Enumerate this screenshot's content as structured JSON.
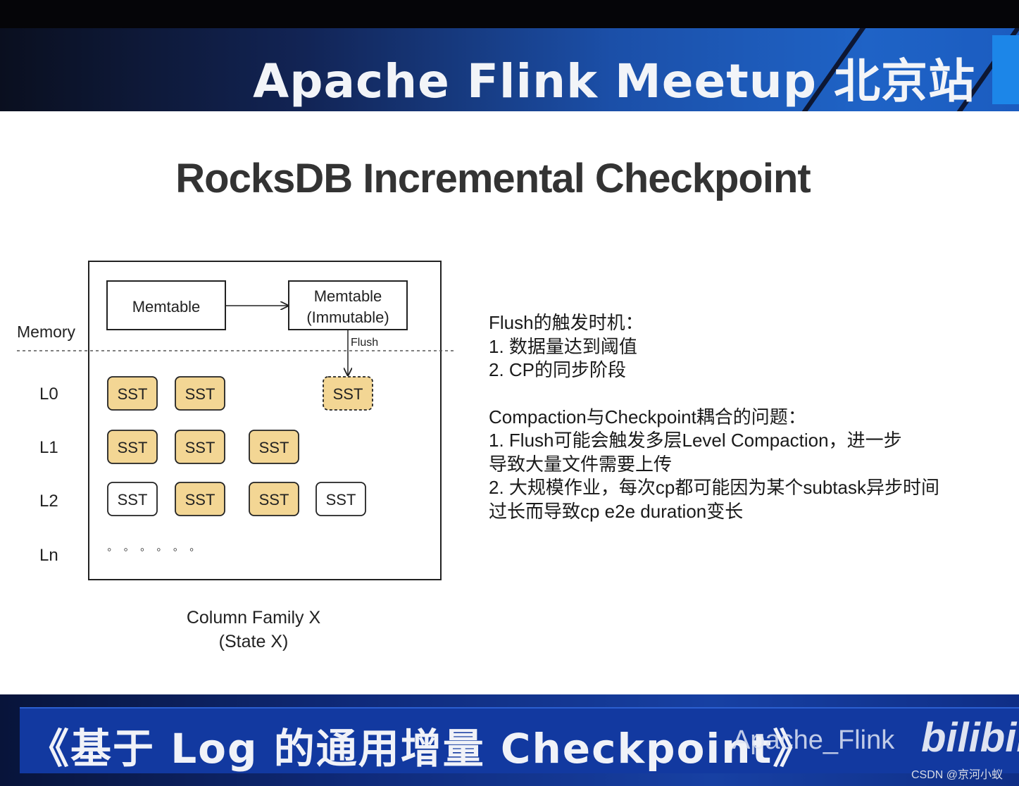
{
  "header": {
    "title": "Apache Flink Meetup 北京站"
  },
  "slide": {
    "title": "RocksDB Incremental Checkpoint"
  },
  "diagram": {
    "memory_label": "Memory",
    "memtable": "Memtable",
    "immutable_line1": "Memtable",
    "immutable_line2": "(Immutable)",
    "flush_label": "Flush",
    "sst": "SST",
    "levels": [
      "L0",
      "L1",
      "L2",
      "Ln"
    ],
    "ellipsis": "◦ ◦ ◦ ◦ ◦ ◦",
    "caption_line1": "Column Family X",
    "caption_line2": "(State X)",
    "colors": {
      "sst_fill": "#f3d694",
      "border": "#222222"
    }
  },
  "notes": {
    "flush_title": "Flush的触发时机：",
    "flush_items": [
      "1.   数据量达到阈值",
      "2.   CP的同步阶段"
    ],
    "compaction_title": "Compaction与Checkpoint耦合的问题：",
    "compaction_lines": [
      "1.   Flush可能会触发多层Level Compaction，进一步",
      "导致大量文件需要上传",
      "2. 大规模作业，每次cp都可能因为某个subtask异步时间",
      "过长而导致cp e2e duration变长"
    ]
  },
  "footer": {
    "title": "《基于 Log 的通用增量 Checkpoint》",
    "watermark": "Apache_Flink",
    "logo": "bilibili",
    "csdn": "CSDN @京河小蚁"
  }
}
